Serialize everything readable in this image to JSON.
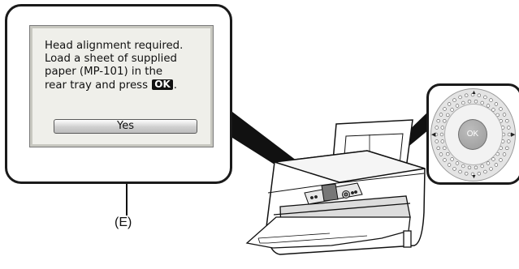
{
  "lcd": {
    "message_lines": [
      "Head alignment required.",
      "Load a sheet of supplied",
      "paper (MP-101) in the",
      "rear tray and press"
    ],
    "ok_badge": "OK",
    "line_end": ".",
    "yes_button": "Yes"
  },
  "callout_label": "(E)",
  "keypad": {
    "ok_key": "OK",
    "arrows": [
      "up-arrow-icon",
      "down-arrow-icon",
      "left-arrow-icon",
      "right-arrow-icon"
    ]
  },
  "colors": {
    "screen_background": "#efefea",
    "outline": "#1a1a1a",
    "ok_key": "#a8a8a8"
  }
}
